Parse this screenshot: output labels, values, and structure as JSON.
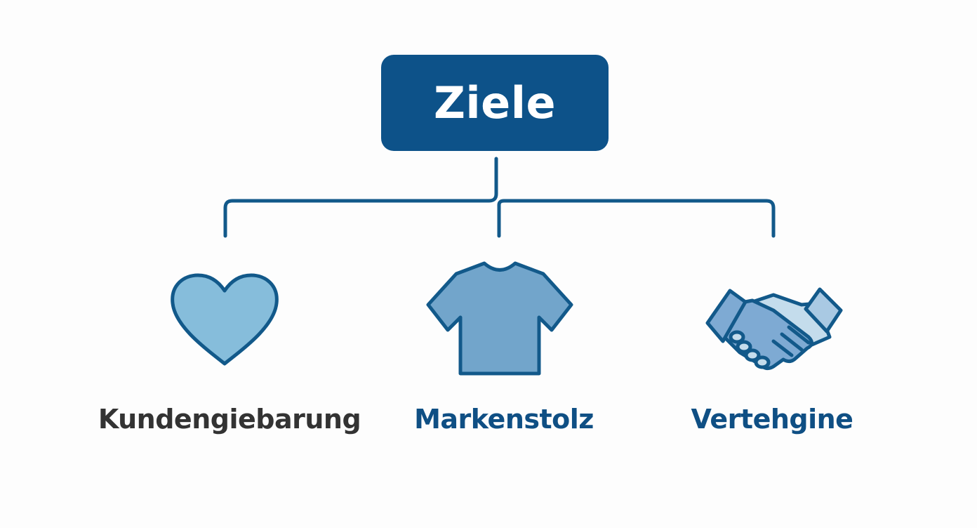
{
  "root": {
    "label": "Ziele"
  },
  "children": [
    {
      "label": "Kundengiebarung",
      "icon": "heart-icon",
      "label_color": "#333333"
    },
    {
      "label": "Markenstolz",
      "icon": "tshirt-icon",
      "label_color": "#0f4f84"
    },
    {
      "label": "Vertehgine",
      "icon": "handshake-icon",
      "label_color": "#0f4f84"
    }
  ],
  "colors": {
    "primary": "#0d5289",
    "stroke": "#12598a",
    "heart_fill": "#86bddb",
    "shirt_fill": "#72a5cb",
    "hand_fill": "#7eaad3",
    "hand_light": "#c4dcec"
  }
}
